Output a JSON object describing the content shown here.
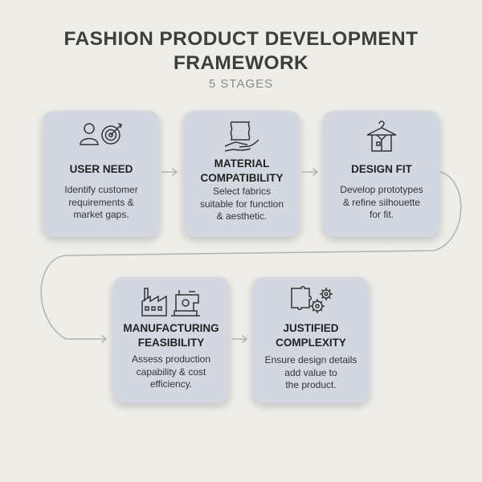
{
  "header": {
    "title_line1": "FASHION PRODUCT DEVELOPMENT",
    "title_line2": "FRAMEWORK",
    "subtitle": "5 STAGES"
  },
  "stages": [
    {
      "heading": [
        "USER NEED"
      ],
      "description": [
        "Identify customer",
        "requirements &",
        "market gaps."
      ],
      "icon": "user-target-icon"
    },
    {
      "heading": [
        "MATERIAL",
        "COMPATIBILITY"
      ],
      "description": [
        "Select fabrics",
        "suitable for function",
        "& aesthetic."
      ],
      "icon": "fabric-hand-icon"
    },
    {
      "heading": [
        "DESIGN FIT"
      ],
      "description": [
        "Develop prototypes",
        "& refine silhouette",
        "for fit."
      ],
      "icon": "hanger-shirt-icon"
    },
    {
      "heading": [
        "MANUFACTURING",
        "FEASIBILITY"
      ],
      "description": [
        "Assess production",
        "capability & cost",
        "efficiency."
      ],
      "icon": "factory-sewing-machine-icon"
    },
    {
      "heading": [
        "JUSTIFIED",
        "COMPLEXITY"
      ],
      "description": [
        "Ensure design details",
        "add value to",
        "the product."
      ],
      "icon": "puzzle-gears-icon"
    }
  ],
  "colors": {
    "background": "#eeede8",
    "card": "#d3d8e0",
    "connector": "#b4b4b4",
    "text": "#222222"
  }
}
